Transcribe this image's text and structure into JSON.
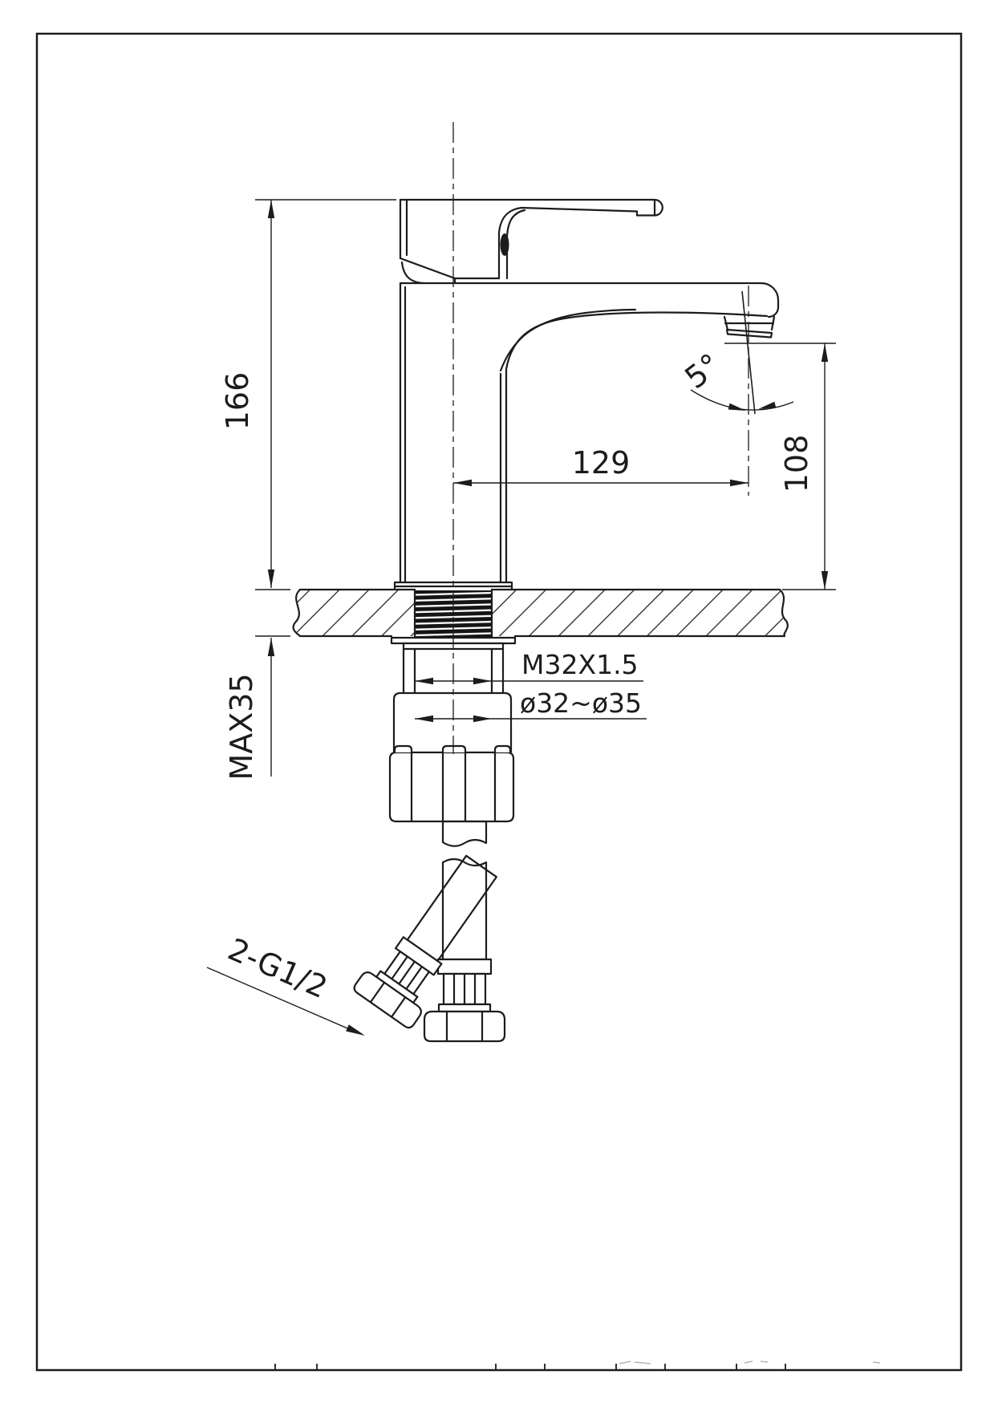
{
  "drawing": {
    "background": "#ffffff",
    "line_color": "#1c1c1c",
    "subject": "single-lever basin mixer faucet — side elevation with installation section",
    "labels": {
      "overall_height": "166",
      "spout_reach": "129",
      "outlet_height": "108",
      "outlet_angle": "5°",
      "max_deck_thickness": "MAX35",
      "shank_thread": "M32X1.5",
      "mounting_hole_diameter": "ø32~ø35",
      "supply_hose_thread": "2-G1/2"
    }
  }
}
